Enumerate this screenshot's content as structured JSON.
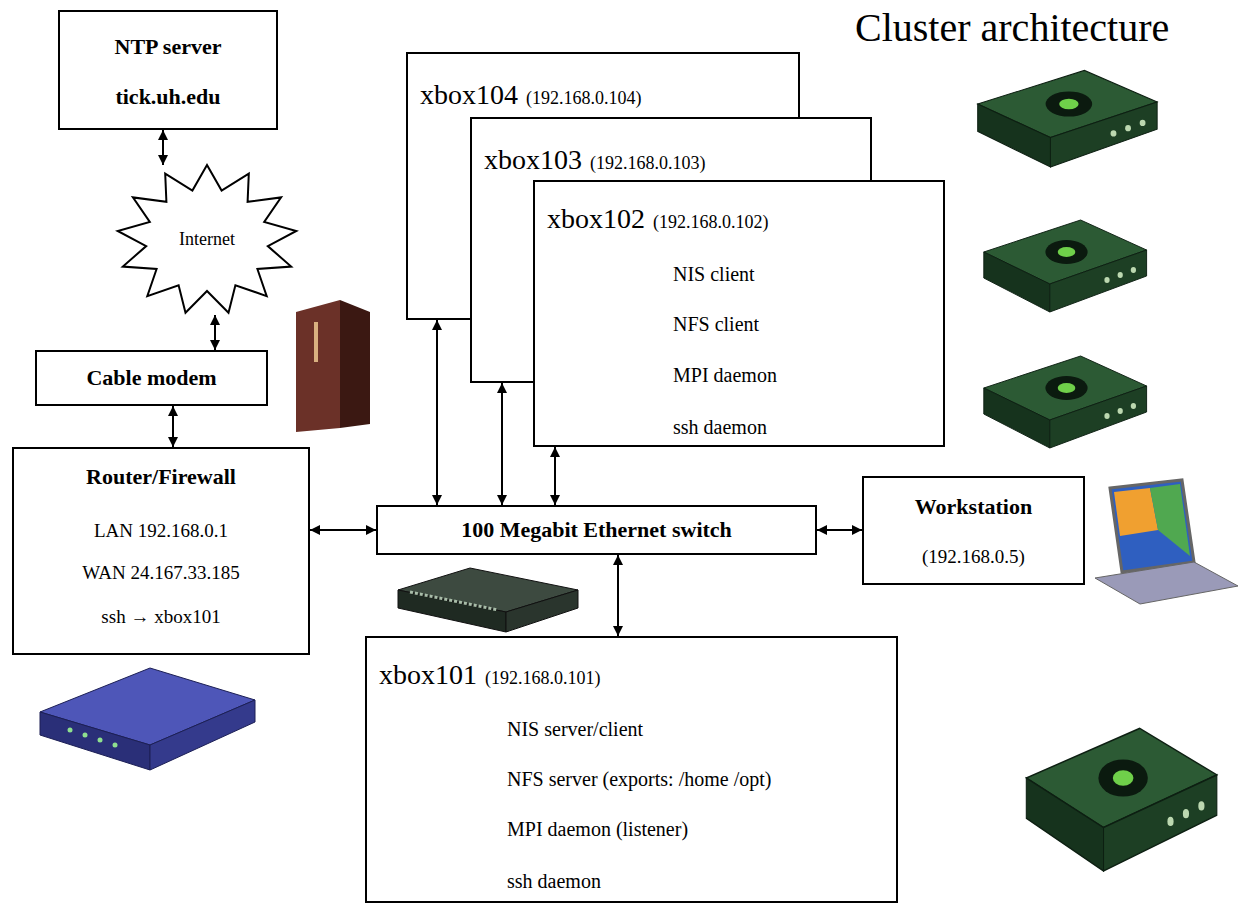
{
  "diagram": {
    "title": "Cluster architecture",
    "nodes": [
      {
        "text": [
          "NTP server",
          "tick.uh.edu"
        ]
      },
      {
        "text": [
          "Internet"
        ]
      },
      {
        "text": [
          "Cable modem"
        ]
      },
      {
        "text": [
          "Router/Firewall",
          "LAN 192.168.0.1",
          "WAN 24.167.33.185",
          "ssh → xbox101"
        ]
      },
      {
        "text": [
          "xbox104",
          "(192.168.0.104)"
        ]
      },
      {
        "text": [
          "xbox103",
          "(192.168.0.103)"
        ]
      },
      {
        "text": [
          "xbox102",
          "(192.168.0.102)",
          "NIS client",
          "NFS client",
          "MPI daemon",
          "ssh daemon"
        ]
      },
      {
        "text": [
          "100 Megabit Ethernet switch"
        ]
      },
      {
        "text": [
          "Workstation",
          "(192.168.0.5)"
        ]
      },
      {
        "text": [
          "xbox101",
          "(192.168.0.101)",
          "NIS server/client",
          "NFS server (exports: /home /opt)",
          "MPI daemon (listener)",
          "ssh daemon"
        ]
      }
    ],
    "edges": [
      {
        "from": 0,
        "to": 1,
        "arrow": "both"
      },
      {
        "from": 1,
        "to": 2,
        "arrow": "both"
      },
      {
        "from": 2,
        "to": 3,
        "arrow": "both"
      },
      {
        "from": 3,
        "to": 7,
        "arrow": "both"
      },
      {
        "from": 4,
        "to": 7,
        "arrow": "both"
      },
      {
        "from": 5,
        "to": 7,
        "arrow": "both"
      },
      {
        "from": 6,
        "to": 7,
        "arrow": "both"
      },
      {
        "from": 7,
        "to": 8,
        "arrow": "both"
      },
      {
        "from": 7,
        "to": 9,
        "arrow": "both"
      }
    ]
  }
}
